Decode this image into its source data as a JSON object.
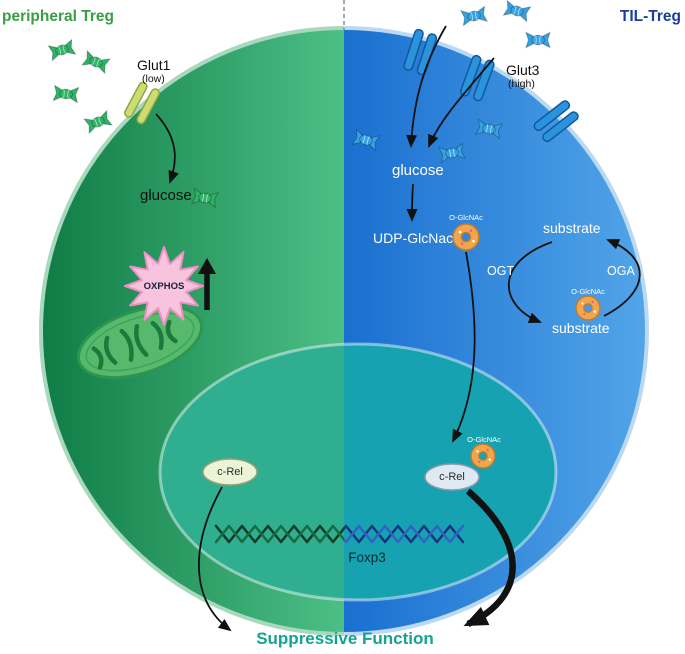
{
  "figure": {
    "left_title": "peripheral Treg",
    "right_title": "TIL-Treg",
    "suppressive_function": "Suppressive Function"
  },
  "left": {
    "transporter": "Glut1",
    "transporter_level": "(low)",
    "glucose": "glucose",
    "oxphos": "OXPHOS"
  },
  "right": {
    "transporter": "Glut3",
    "transporter_level": "(high)",
    "glucose": "glucose",
    "udp_glcnac": "UDP-GlcNac",
    "substrate_top": "substrate",
    "substrate_bottom": "substrate",
    "ogt": "OGT",
    "oga": "OGA",
    "o_glcnac": "O-GlcNAc"
  },
  "nucleus": {
    "c_rel_left": "c-Rel",
    "c_rel_right": "c-Rel",
    "gene": "Foxp3"
  },
  "colors": {
    "left_cell_dark": "#0f7c45",
    "left_cell_light": "#4cbf87",
    "right_cell_dark": "#1a6fd0",
    "right_cell_light": "#52a5e8",
    "nucleus_left": "#2fae90",
    "nucleus_right": "#17a2b2",
    "left_title": "#3a9d43",
    "right_title": "#1b3e9c",
    "suppressive": "#14a390",
    "oxphos_star": "#f8c3dd",
    "donut": "#f0a64c",
    "glut1_channel": "#ccdc73",
    "glut3_channel": "#2a93dc",
    "glucose_green": "#2eb567",
    "glucose_blue": "#35a3e3"
  }
}
